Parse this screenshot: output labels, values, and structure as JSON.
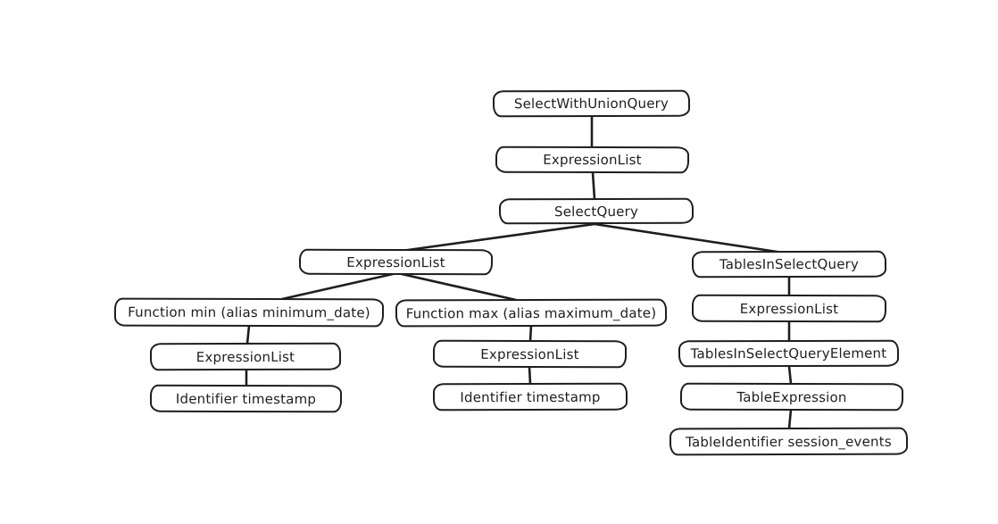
{
  "colors": {
    "stroke": "#1e1e1e",
    "background": "#ffffff",
    "node_fill": "#ffffff"
  },
  "tree": {
    "nodes": [
      {
        "id": "n0",
        "label": "SelectWithUnionQuery"
      },
      {
        "id": "n1",
        "label": "ExpressionList"
      },
      {
        "id": "n2",
        "label": "SelectQuery"
      },
      {
        "id": "n3",
        "label": "ExpressionList"
      },
      {
        "id": "n4",
        "label": "TablesInSelectQuery"
      },
      {
        "id": "n5",
        "label": "Function min (alias minimum_date)"
      },
      {
        "id": "n6",
        "label": "Function max (alias maximum_date)"
      },
      {
        "id": "n7",
        "label": "ExpressionList"
      },
      {
        "id": "n8",
        "label": "ExpressionList"
      },
      {
        "id": "n9",
        "label": "ExpressionList"
      },
      {
        "id": "n10",
        "label": "TablesInSelectQueryElement"
      },
      {
        "id": "n11",
        "label": "Identifier timestamp"
      },
      {
        "id": "n12",
        "label": "Identifier timestamp"
      },
      {
        "id": "n13",
        "label": "TableExpression"
      },
      {
        "id": "n14",
        "label": "TableIdentifier session_events"
      }
    ],
    "edges": [
      {
        "from": "n0",
        "to": "n1"
      },
      {
        "from": "n1",
        "to": "n2"
      },
      {
        "from": "n2",
        "to": "n3"
      },
      {
        "from": "n2",
        "to": "n4"
      },
      {
        "from": "n3",
        "to": "n5"
      },
      {
        "from": "n3",
        "to": "n6"
      },
      {
        "from": "n5",
        "to": "n8"
      },
      {
        "from": "n8",
        "to": "n11"
      },
      {
        "from": "n6",
        "to": "n9"
      },
      {
        "from": "n9",
        "to": "n12"
      },
      {
        "from": "n4",
        "to": "n7"
      },
      {
        "from": "n7",
        "to": "n10"
      },
      {
        "from": "n10",
        "to": "n13"
      },
      {
        "from": "n13",
        "to": "n14"
      }
    ]
  }
}
